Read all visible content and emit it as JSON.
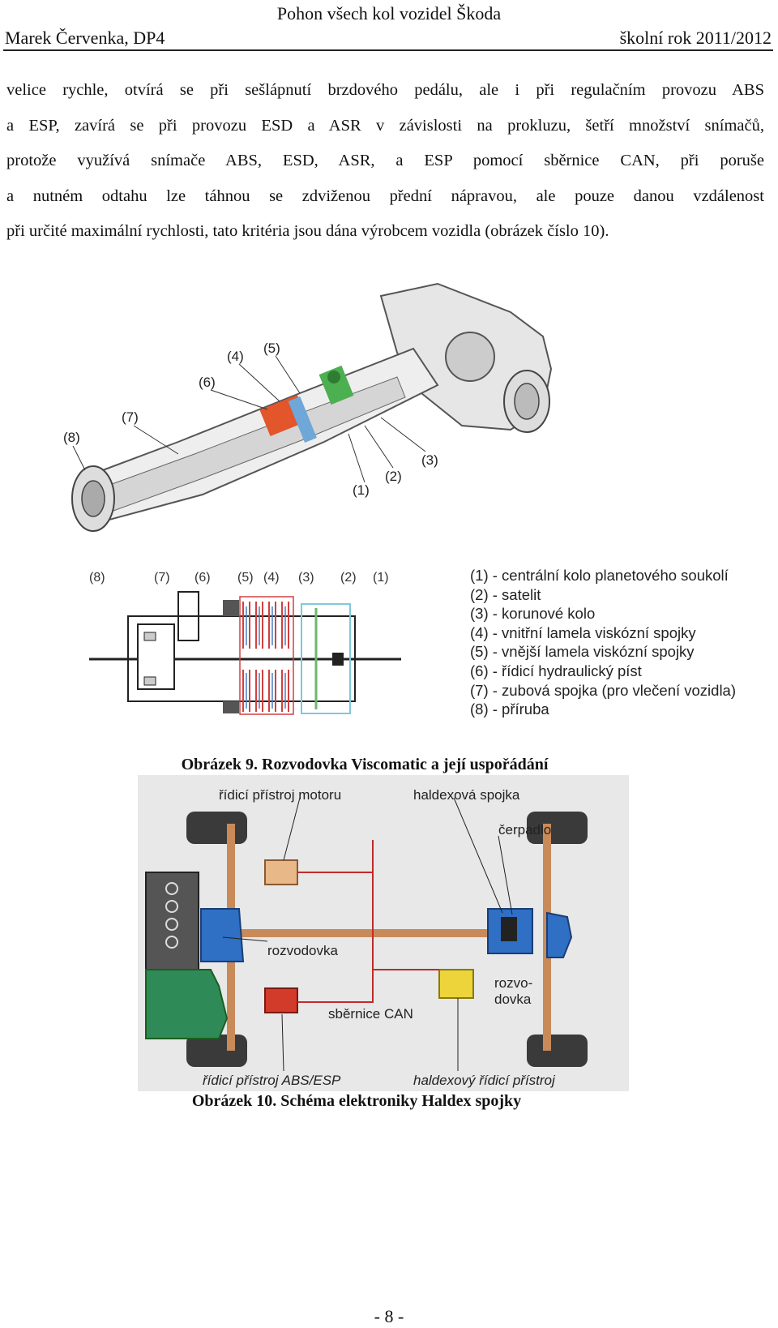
{
  "header": {
    "title": "Pohon všech kol vozidel Škoda",
    "author": "Marek Červenka, DP4",
    "year": "školní rok 2011/2012"
  },
  "paragraph": [
    "velice rychle, otvírá se při sešlápnutí brzdového pedálu, ale i při regulačním provozu ABS",
    "a ESP, zavírá se při provozu ESD a ASR v závislosti na prokluzu, šetří množství snímačů,",
    "protože využívá snímače ABS, ESD, ASR, a ESP pomocí sběrnice CAN, při poruše",
    "a nutném odtahu lze táhnou se zdviženou přední nápravou, ale pouze danou vzdálenost",
    "při určité maximální rychlosti, tato kritéria jsou dána výrobcem vozidla (obrázek číslo 10)."
  ],
  "figure9": {
    "photo_callouts": [
      "(1)",
      "(2)",
      "(3)",
      "(4)",
      "(5)",
      "(6)",
      "(7)",
      "(8)"
    ],
    "schematic_callouts": [
      "(8)",
      "(7)",
      "(6)",
      "(5)",
      "(4)",
      "(3)",
      "(2)",
      "(1)"
    ],
    "legend": [
      "(1) - centrální kolo planetového soukolí",
      "(2) - satelit",
      "(3) - korunové kolo",
      "(4) - vnitřní lamela viskózní spojky",
      "(5) - vnější lamela viskózní spojky",
      "(6) - řídicí hydraulický píst",
      "(7) - zubová spojka (pro vlečení vozidla)",
      "(8) - příruba"
    ],
    "caption": "Obrázek 9. Rozvodovka Viscomatic a její uspořádání"
  },
  "figure10": {
    "labels": {
      "engine_ecu": "řídicí přístroj motoru",
      "haldex_coupling": "haldexová spojka",
      "pump": "čerpadlo",
      "front_diff": "rozvodovka",
      "rear_diff_1": "rozvo-",
      "rear_diff_2": "dovka",
      "can_bus": "sběrnice CAN",
      "abs_ecu": "řídicí přístroj ABS/ESP",
      "haldex_ecu": "haldexový řídicí přístroj"
    },
    "caption": "Obrázek 10. Schéma elektroniky Haldex spojky"
  },
  "page_number": "- 8 -"
}
